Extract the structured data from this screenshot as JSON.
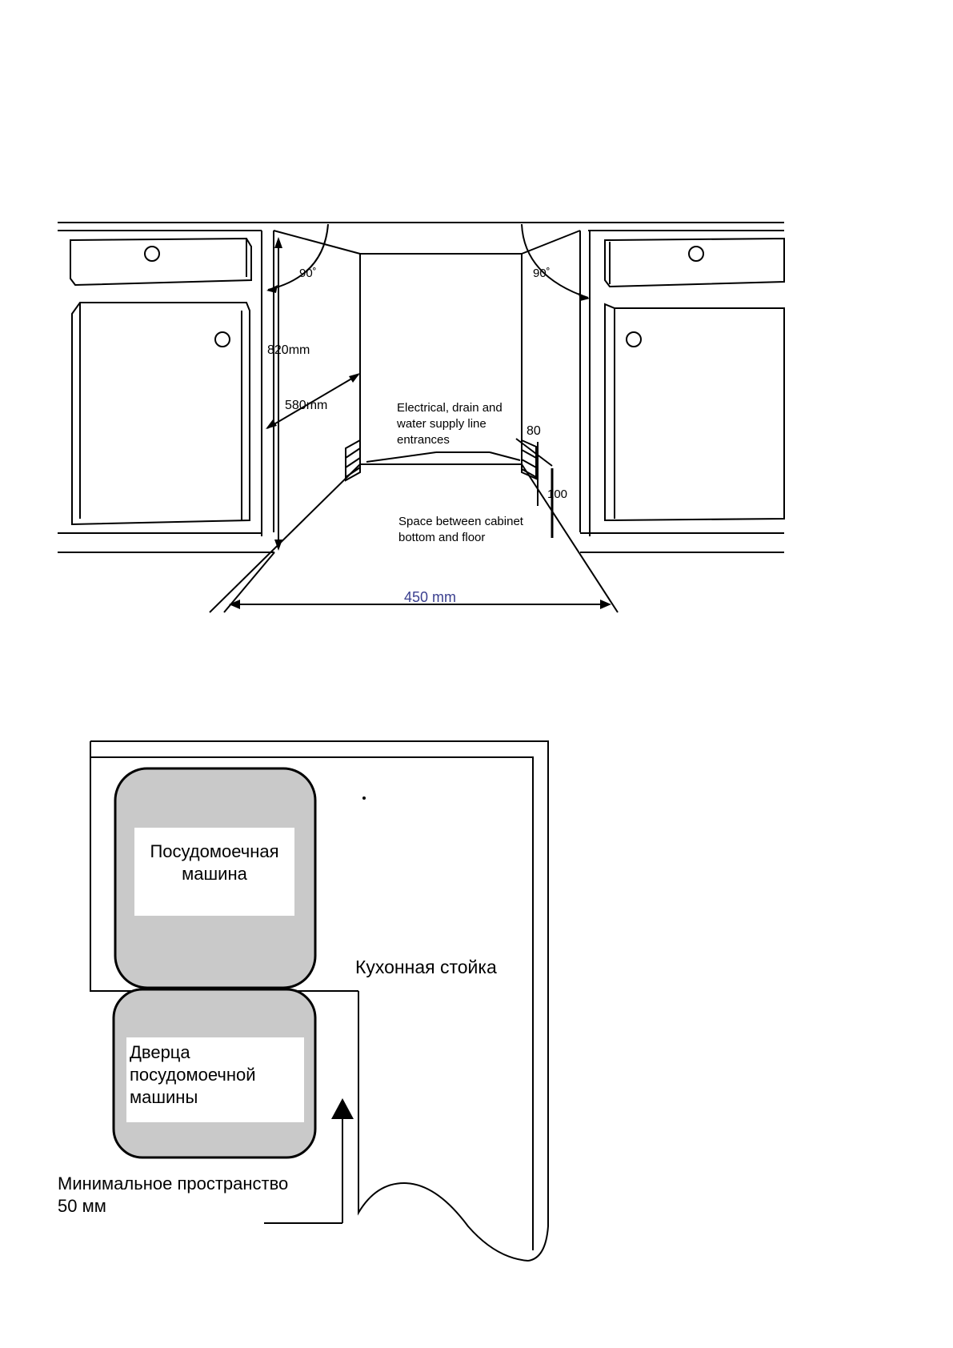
{
  "installation_diagram": {
    "angle_left": "90˚",
    "angle_right": "90˚",
    "height": "820mm",
    "depth": "580mm",
    "entrances_line1": "Electrical, drain and",
    "entrances_line2": "water supply line",
    "entrances_line3": "entrances",
    "dim_80": "80",
    "dim_100": "100",
    "space_line1": "Space between cabinet",
    "space_line2": "bottom and floor",
    "width": "450 mm"
  },
  "plan_diagram": {
    "dishwasher_line1": "Посудомоечная",
    "dishwasher_line2": "машина",
    "counter_label": "Кухонная стойка",
    "door_line1": "Дверца",
    "door_line2": "посудомоечной",
    "door_line3": "машины",
    "min_space_line1": "Минимальное пространство",
    "min_space_line2": "50 мм"
  }
}
